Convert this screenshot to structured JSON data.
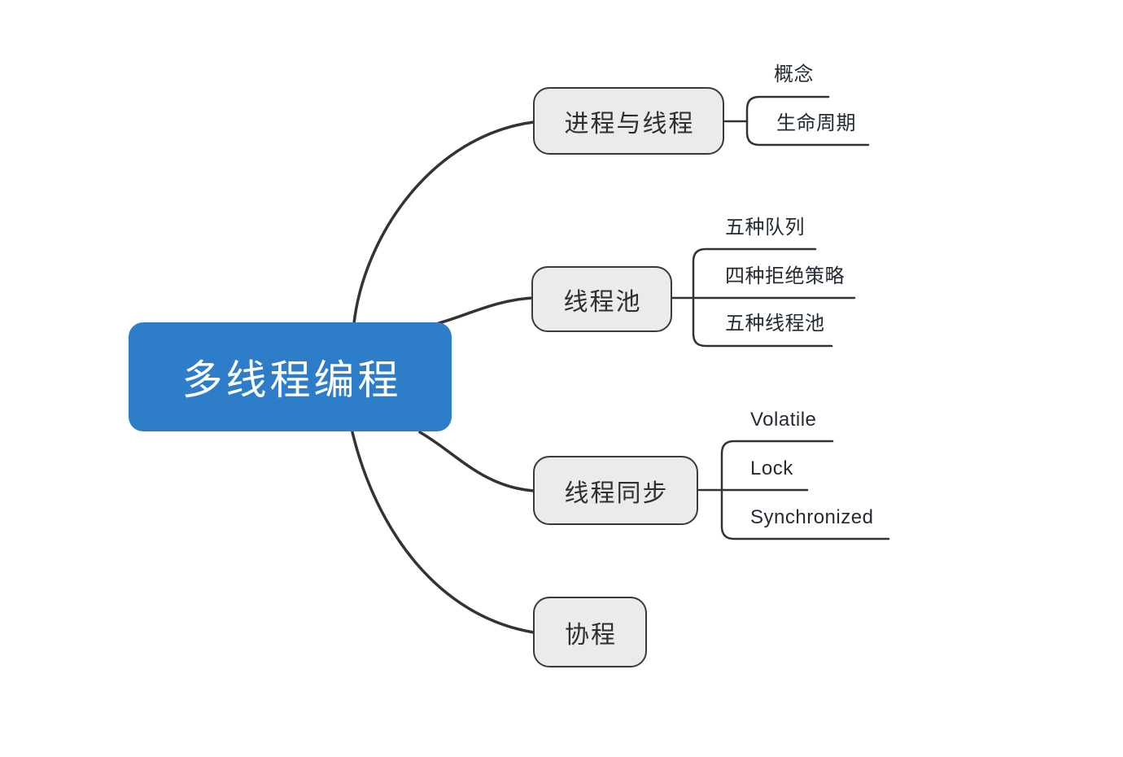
{
  "root": {
    "label": "多线程编程"
  },
  "branches": [
    {
      "label": "进程与线程",
      "children": [
        "概念",
        "生命周期"
      ]
    },
    {
      "label": "线程池",
      "children": [
        "五种队列",
        "四种拒绝策略",
        "五种线程池"
      ]
    },
    {
      "label": "线程同步",
      "children": [
        "Volatile",
        "Lock",
        "Synchronized"
      ]
    },
    {
      "label": "协程",
      "children": []
    }
  ],
  "colors": {
    "background": "#ffffff",
    "root_fill": "#2d7dc8",
    "root_text": "#ffffff",
    "branch_fill": "#ebebeb",
    "branch_border": "#3a3a3a",
    "connector": "#333333",
    "leaf_text": "#252b33"
  }
}
